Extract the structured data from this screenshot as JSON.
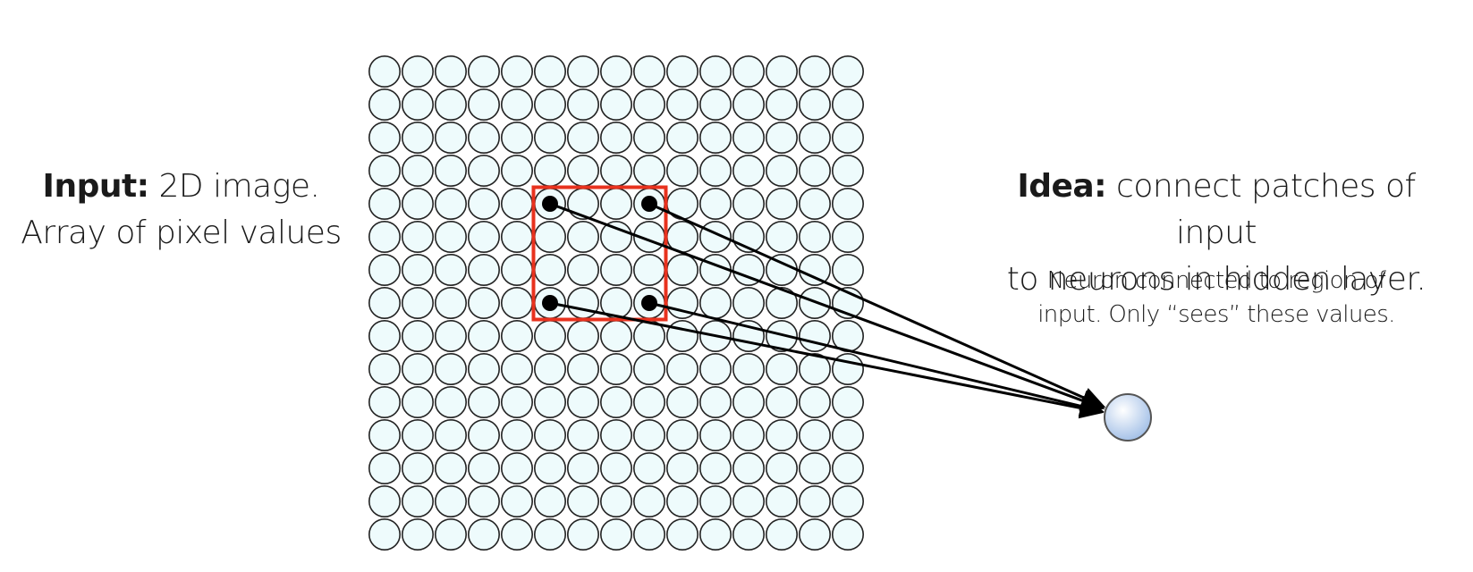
{
  "input_caption": {
    "bold": "Input:",
    "rest": "2D image.",
    "line2": "Array of pixel values"
  },
  "idea_caption": {
    "bold": "Idea:",
    "rest": "connect patches of input",
    "line2": "to neurons in hidden layer."
  },
  "neuron_note": {
    "line1": "Neuron connected to region of",
    "line2": "input. Only “sees” these values."
  },
  "grid": {
    "rows": 15,
    "cols": 15,
    "patch_rows": [
      4,
      7
    ],
    "patch_cols": [
      5,
      8
    ],
    "highlighted_pixels": [
      [
        4,
        5
      ],
      [
        4,
        8
      ],
      [
        7,
        5
      ],
      [
        7,
        8
      ]
    ]
  },
  "colors": {
    "pixel_fill": "#eefbfc",
    "pixel_stroke": "#222222",
    "patch_box": "#e8321e",
    "dot": "#000000",
    "arrow": "#000000",
    "neuron_fill": "#cfe0f4",
    "neuron_stroke": "#555555"
  }
}
